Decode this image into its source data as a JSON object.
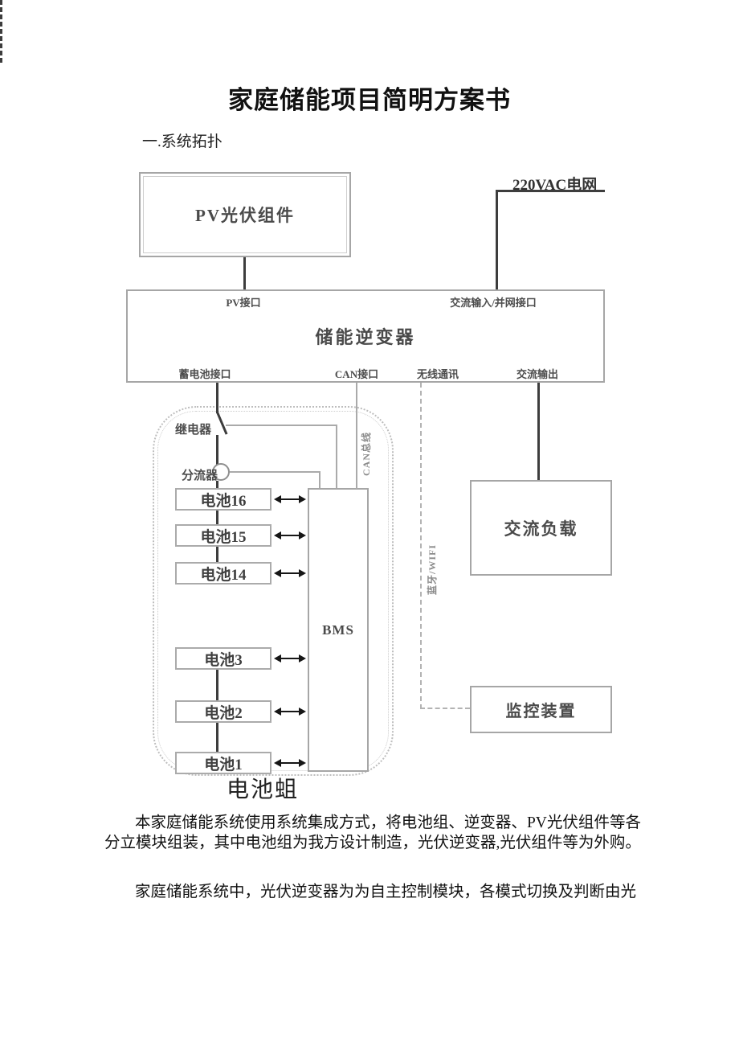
{
  "page": {
    "title": "家庭储能项目简明方案书",
    "section_heading": "一.系统拓扑"
  },
  "diagram": {
    "grid_label": "220VAC电网",
    "pv_module": "PV光伏组件",
    "inverter": {
      "name": "储能逆变器",
      "port_pv": "PV接口",
      "port_ac_in": "交流输入/并网接口",
      "port_battery": "蓄电池接口",
      "port_can": "CAN接口",
      "port_wireless": "无线通讯",
      "port_ac_out": "交流输出"
    },
    "battery_pack": {
      "relay": "继电器",
      "shunt": "分流器",
      "cells": [
        "电池16",
        "电池15",
        "电池14",
        "电池3",
        "电池2",
        "电池1"
      ],
      "bms": "BMS",
      "can_bus": "CAN总线",
      "caption": "电池蛆"
    },
    "wireless_label": "蓝牙/WIFI",
    "ac_load": "交流负载",
    "monitor": "监控装置"
  },
  "paragraphs": {
    "p1": "本家庭储能系统使用系统集成方式，将电池组、逆变器、PV光伏组件等各分立模块组装，其中电池组为我方设计制造，光伏逆变器,光伏组件等为外购。",
    "p2": "家庭储能系统中，光伏逆变器为为自主控制模块，各模式切换及判断由光"
  },
  "colors": {
    "power_line": "#3d3d3d",
    "signal_line": "#aaaaaa",
    "box_border": "#a6a6a6",
    "diagram_text": "#4a4a4a"
  }
}
